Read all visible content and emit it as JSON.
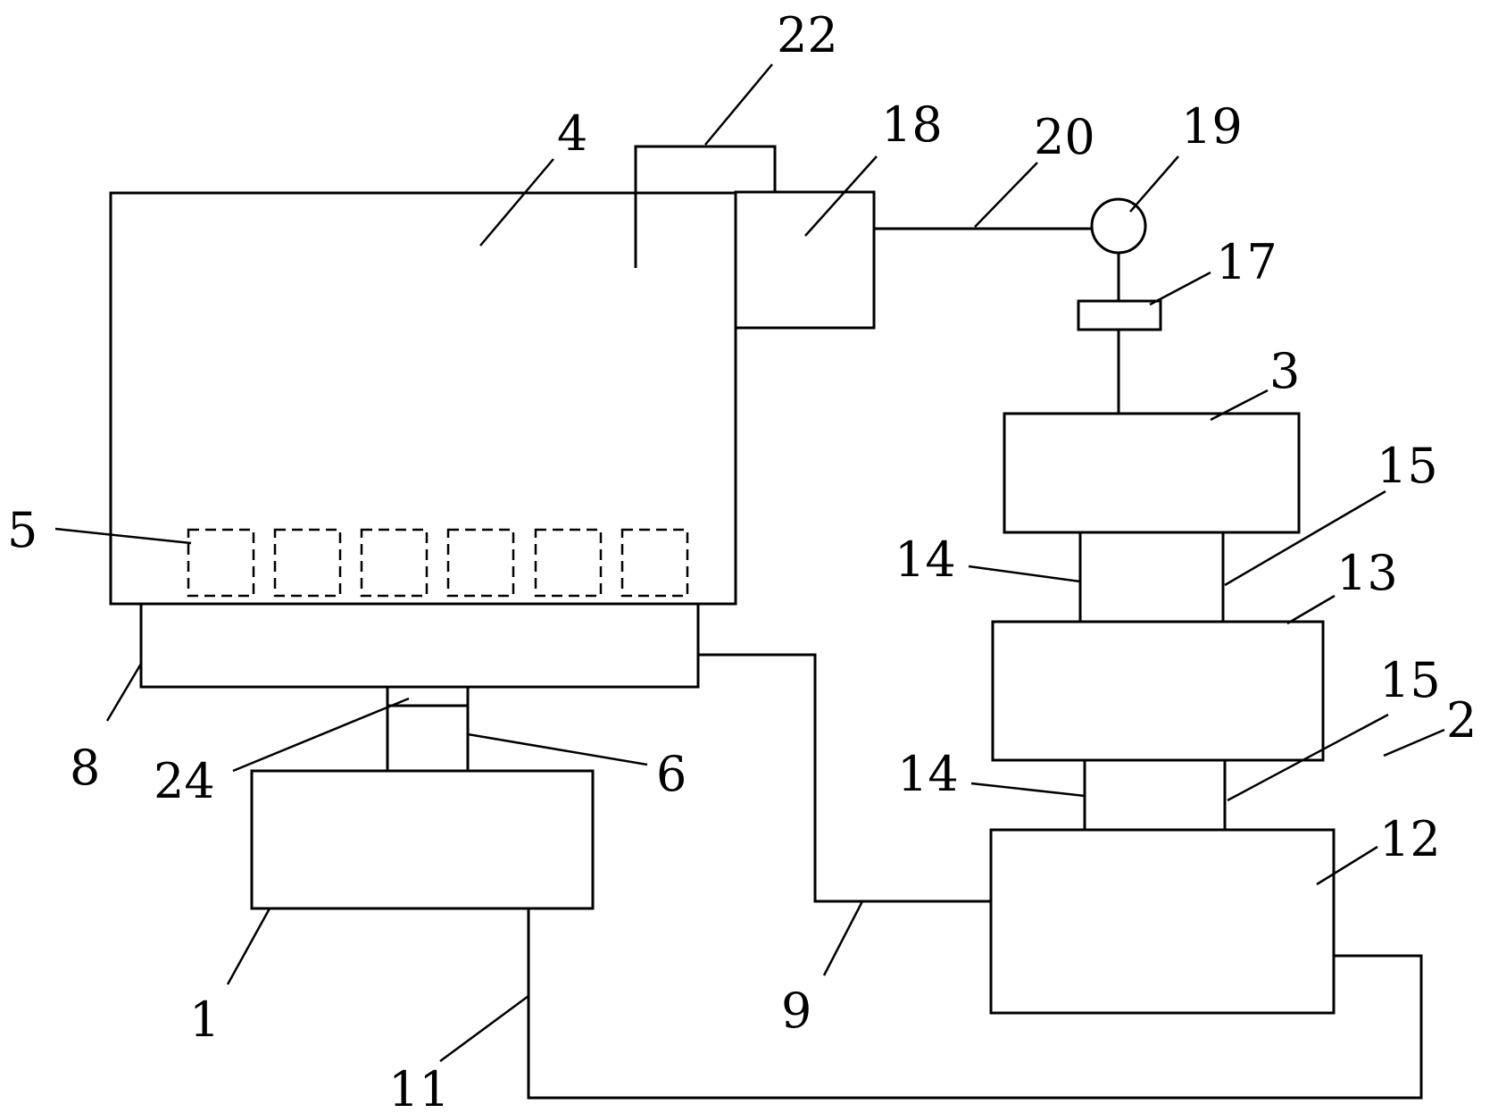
{
  "labels": {
    "l22": "22",
    "l4": "4",
    "l18": "18",
    "l20": "20",
    "l19": "19",
    "l17": "17",
    "l3": "3",
    "l15a": "15",
    "l13": "13",
    "l14a": "14",
    "l5": "5",
    "l15b": "15",
    "l2": "2",
    "l14b": "14",
    "l8": "8",
    "l24": "24",
    "l6": "6",
    "l12": "12",
    "l1": "1",
    "l9": "9",
    "l11": "11"
  }
}
